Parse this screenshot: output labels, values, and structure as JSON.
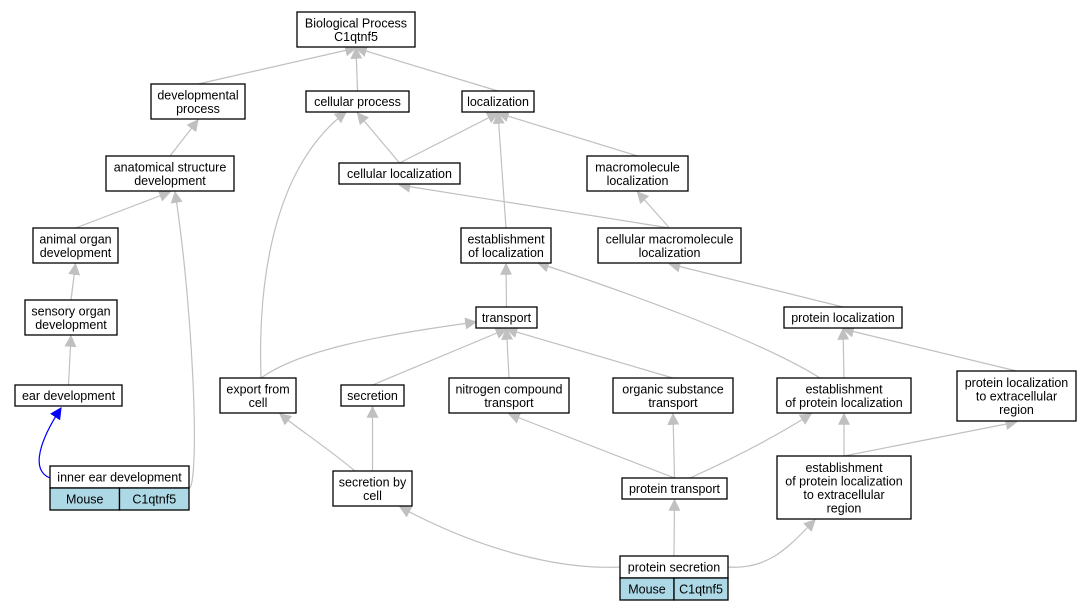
{
  "colors": {
    "edge": "#c0c0c0",
    "highlight_edge": "#0000ff",
    "annotation_cell": "#add8e6",
    "node_border": "#000000"
  },
  "nodes": [
    {
      "id": "bp",
      "lines": [
        "Biological Process",
        "C1qtnf5"
      ]
    },
    {
      "id": "dev_proc",
      "lines": [
        "developmental",
        "process"
      ]
    },
    {
      "id": "cell_proc",
      "lines": [
        "cellular process"
      ]
    },
    {
      "id": "loc",
      "lines": [
        "localization"
      ]
    },
    {
      "id": "anat",
      "lines": [
        "anatomical structure",
        "development"
      ]
    },
    {
      "id": "cell_loc",
      "lines": [
        "cellular localization"
      ]
    },
    {
      "id": "macro_loc",
      "lines": [
        "macromolecule",
        "localization"
      ]
    },
    {
      "id": "animal_organ",
      "lines": [
        "animal organ",
        "development"
      ]
    },
    {
      "id": "est_loc",
      "lines": [
        "establishment",
        "of localization"
      ]
    },
    {
      "id": "cell_macro_loc",
      "lines": [
        "cellular macromolecule",
        "localization"
      ]
    },
    {
      "id": "sensory",
      "lines": [
        "sensory organ",
        "development"
      ]
    },
    {
      "id": "transport",
      "lines": [
        "transport"
      ]
    },
    {
      "id": "prot_loc",
      "lines": [
        "protein localization"
      ]
    },
    {
      "id": "ear",
      "lines": [
        "ear development"
      ]
    },
    {
      "id": "export",
      "lines": [
        "export from",
        "cell"
      ]
    },
    {
      "id": "secretion",
      "lines": [
        "secretion"
      ]
    },
    {
      "id": "nitrogen",
      "lines": [
        "nitrogen compound",
        "transport"
      ]
    },
    {
      "id": "organic",
      "lines": [
        "organic substance",
        "transport"
      ]
    },
    {
      "id": "est_prot_loc",
      "lines": [
        "establishment",
        "of protein localization"
      ]
    },
    {
      "id": "prot_loc_extra",
      "lines": [
        "protein localization",
        "to extracellular",
        "region"
      ]
    },
    {
      "id": "inner_ear",
      "lines": [
        "inner ear development"
      ],
      "cells": [
        "Mouse",
        "C1qtnf5"
      ]
    },
    {
      "id": "sec_by_cell",
      "lines": [
        "secretion by",
        "cell"
      ]
    },
    {
      "id": "prot_transport",
      "lines": [
        "protein transport"
      ]
    },
    {
      "id": "est_prot_loc_extra",
      "lines": [
        "establishment",
        "of protein localization",
        "to extracellular",
        "region"
      ]
    },
    {
      "id": "prot_sec",
      "lines": [
        "protein secretion"
      ],
      "cells": [
        "Mouse",
        "C1qtnf5"
      ]
    }
  ],
  "edges": [
    {
      "from": "dev_proc",
      "to": "bp"
    },
    {
      "from": "cell_proc",
      "to": "bp"
    },
    {
      "from": "loc",
      "to": "bp"
    },
    {
      "from": "anat",
      "to": "dev_proc"
    },
    {
      "from": "animal_organ",
      "to": "anat"
    },
    {
      "from": "sensory",
      "to": "animal_organ"
    },
    {
      "from": "ear",
      "to": "sensory"
    },
    {
      "from": "inner_ear",
      "to": "ear",
      "style": "blue"
    },
    {
      "from": "inner_ear",
      "to": "anat"
    },
    {
      "from": "cell_loc",
      "to": "cell_proc"
    },
    {
      "from": "cell_loc",
      "to": "loc"
    },
    {
      "from": "macro_loc",
      "to": "loc"
    },
    {
      "from": "est_loc",
      "to": "loc"
    },
    {
      "from": "cell_macro_loc",
      "to": "cell_loc"
    },
    {
      "from": "cell_macro_loc",
      "to": "macro_loc"
    },
    {
      "from": "transport",
      "to": "est_loc"
    },
    {
      "from": "prot_loc",
      "to": "cell_macro_loc"
    },
    {
      "from": "export",
      "to": "cell_proc"
    },
    {
      "from": "export",
      "to": "transport"
    },
    {
      "from": "secretion",
      "to": "transport"
    },
    {
      "from": "nitrogen",
      "to": "transport"
    },
    {
      "from": "organic",
      "to": "transport"
    },
    {
      "from": "est_prot_loc",
      "to": "est_loc"
    },
    {
      "from": "est_prot_loc",
      "to": "prot_loc"
    },
    {
      "from": "prot_loc_extra",
      "to": "prot_loc"
    },
    {
      "from": "sec_by_cell",
      "to": "export"
    },
    {
      "from": "sec_by_cell",
      "to": "secretion"
    },
    {
      "from": "prot_transport",
      "to": "nitrogen"
    },
    {
      "from": "prot_transport",
      "to": "organic"
    },
    {
      "from": "prot_transport",
      "to": "est_prot_loc"
    },
    {
      "from": "est_prot_loc_extra",
      "to": "est_prot_loc"
    },
    {
      "from": "est_prot_loc_extra",
      "to": "prot_loc_extra"
    },
    {
      "from": "prot_sec",
      "to": "sec_by_cell"
    },
    {
      "from": "prot_sec",
      "to": "prot_transport"
    },
    {
      "from": "prot_sec",
      "to": "est_prot_loc_extra"
    }
  ]
}
